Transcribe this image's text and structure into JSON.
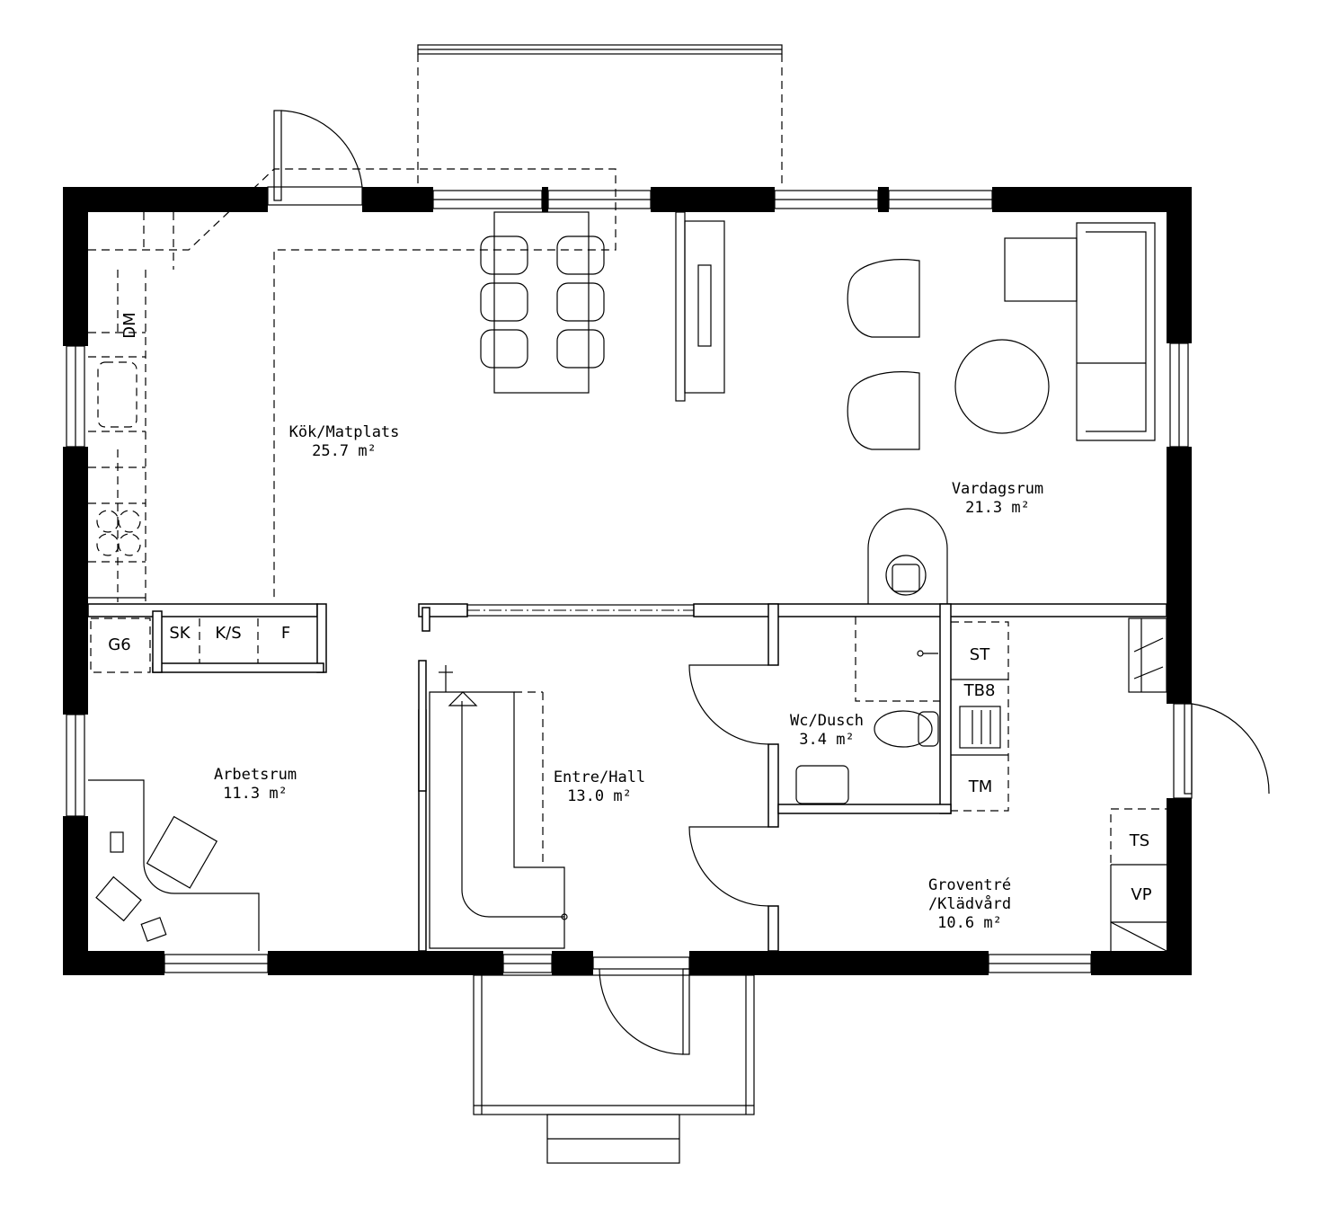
{
  "rooms": [
    {
      "name": "Kök/Matplats",
      "area": "25.7 m²"
    },
    {
      "name": "Vardagsrum",
      "area": "21.3 m²"
    },
    {
      "name": "Arbetsrum",
      "area": "11.3 m²"
    },
    {
      "name": "Entre/Hall",
      "area": "13.0 m²"
    },
    {
      "name": "Wc/Dusch",
      "area": "3.4 m²"
    },
    {
      "name": "Groventré",
      "name2": "/Klädvård",
      "area": "10.6 m²"
    }
  ],
  "fixtures": {
    "dm": "DM",
    "g6": "G6",
    "sk": "SK",
    "ks": "K/S",
    "f": "F",
    "st": "ST",
    "tb8": "TB8",
    "tm": "TM",
    "ts": "TS",
    "vp": "VP"
  },
  "colors": {
    "wall": "#000000",
    "background": "#ffffff"
  }
}
